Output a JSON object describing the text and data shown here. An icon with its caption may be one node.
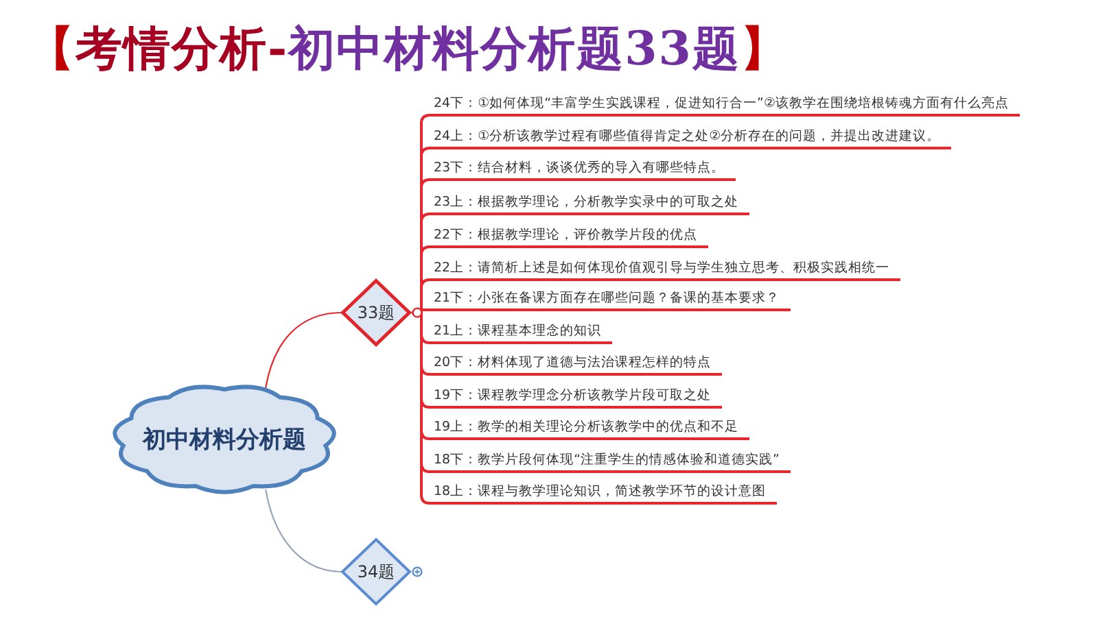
{
  "diagram": {
    "title": "【考情分析-初中材料分析题33题】",
    "nodes": [
      {
        "text": [
          "初中材料分析题"
        ]
      },
      {
        "text": [
          "33题"
        ]
      },
      {
        "text": [
          "24下：①如何体现“丰富学生实践课程，促进知行合一”②该教学在围绕培根铸魂方面有什么亮点"
        ]
      },
      {
        "text": [
          "24上：①分析该教学过程有哪些值得肯定之处②分析存在的问题，并提出改进建议。"
        ]
      },
      {
        "text": [
          "23下：结合材料，谈谈优秀的导入有哪些特点。"
        ]
      },
      {
        "text": [
          "23上：根据教学理论，分析教学实录中的可取之处"
        ]
      },
      {
        "text": [
          "22下：根据教学理论，评价教学片段的优点"
        ]
      },
      {
        "text": [
          "22上：请简析上述是如何体现价值观引导与学生独立思考、积极实践相统一"
        ]
      },
      {
        "text": [
          "21下：小张在备课方面存在哪些问题？备课的基本要求？"
        ]
      },
      {
        "text": [
          "21上：课程基本理念的知识"
        ]
      },
      {
        "text": [
          "20下：材料体现了道德与法治课程怎样的特点"
        ]
      },
      {
        "text": [
          "19下：课程教学理念分析该教学片段可取之处"
        ]
      },
      {
        "text": [
          "19上：教学的相关理论分析该教学中的优点和不足"
        ]
      },
      {
        "text": [
          "18下：教学片段何体现“注重学生的情感体验和道德实践”"
        ]
      },
      {
        "text": [
          "18上：课程与教学理论知识，简述教学环节的设计意图"
        ]
      },
      {
        "text": [
          "34题"
        ]
      }
    ],
    "edges": [
      {
        "from": 0,
        "to": 1,
        "arrow": "none"
      },
      {
        "from": 0,
        "to": 15,
        "arrow": "none",
        "color": "#9aa6b8"
      },
      {
        "from": 1,
        "to": 2,
        "arrow": "none"
      },
      {
        "from": 1,
        "to": 3,
        "arrow": "none"
      },
      {
        "from": 1,
        "to": 4,
        "arrow": "none"
      },
      {
        "from": 1,
        "to": 5,
        "arrow": "none"
      },
      {
        "from": 1,
        "to": 6,
        "arrow": "none"
      },
      {
        "from": 1,
        "to": 7,
        "arrow": "none"
      },
      {
        "from": 1,
        "to": 8,
        "arrow": "none"
      },
      {
        "from": 1,
        "to": 9,
        "arrow": "none"
      },
      {
        "from": 1,
        "to": 10,
        "arrow": "none"
      },
      {
        "from": 1,
        "to": 11,
        "arrow": "none"
      },
      {
        "from": 1,
        "to": 12,
        "arrow": "none"
      },
      {
        "from": 1,
        "to": 13,
        "arrow": "none"
      },
      {
        "from": 1,
        "to": 14,
        "arrow": "none"
      }
    ]
  }
}
